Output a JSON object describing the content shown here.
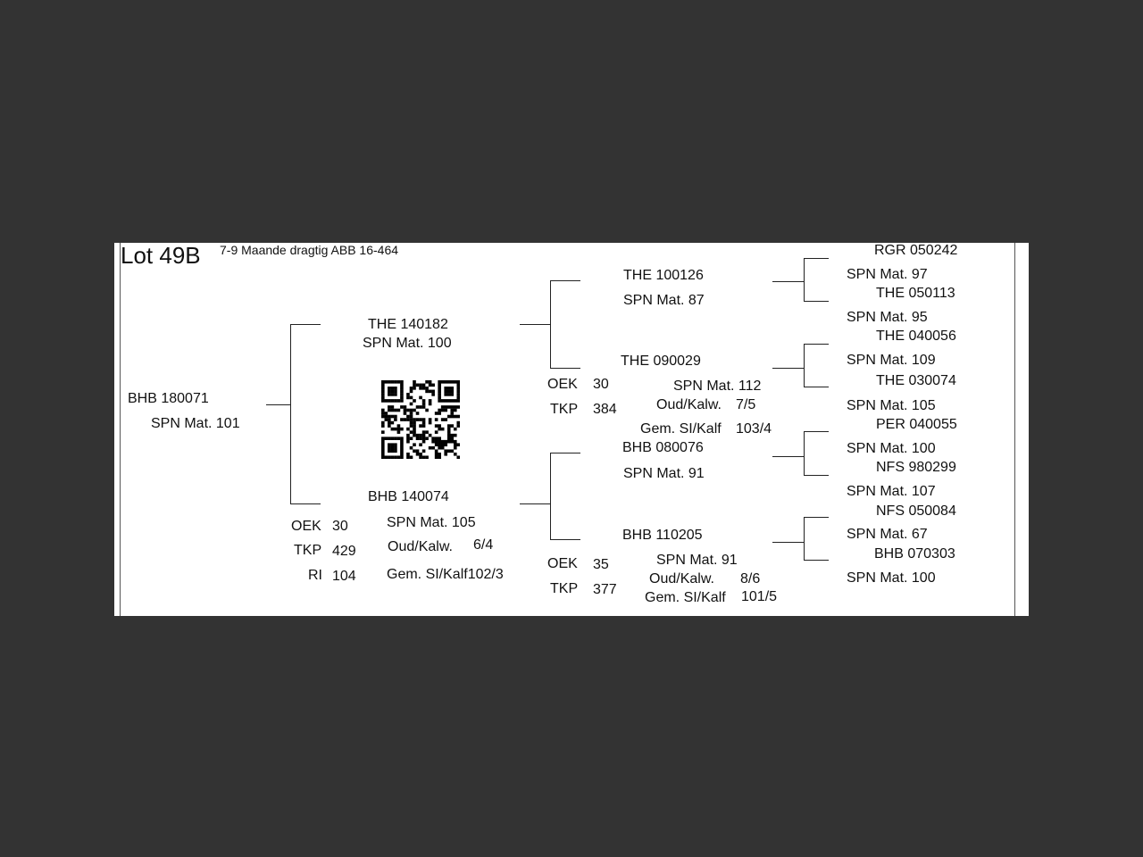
{
  "header": {
    "lot": "Lot 49B",
    "description": "7-9 Maande dragtig ABB 16-464"
  },
  "animal": {
    "id": "BHB 180071",
    "spn": "SPN Mat. 101"
  },
  "sire": {
    "id": "THE 140182",
    "spn": "SPN Mat. 100"
  },
  "dam": {
    "id": "BHB 140074",
    "spn": "SPN Mat. 105",
    "oek_label": "OEK",
    "oek": "30",
    "tkp_label": "TKP",
    "tkp": "429",
    "ri_label": "RI",
    "ri": "104",
    "oud_label": "Oud/Kalw.",
    "oud": "6/4",
    "gem": "Gem. SI/Kalf102/3"
  },
  "sire_sire": {
    "id": "THE 100126",
    "spn": "SPN Mat. 87"
  },
  "sire_dam": {
    "id": "THE 090029",
    "spn": "SPN Mat. 112",
    "oek_label": "OEK",
    "oek": "30",
    "tkp_label": "TKP",
    "tkp": "384",
    "oud_label": "Oud/Kalw.",
    "oud": "7/5",
    "gem_label": "Gem. SI/Kalf",
    "gem": "103/4"
  },
  "dam_sire": {
    "id": "BHB 080076",
    "spn": "SPN Mat. 91"
  },
  "dam_dam": {
    "id": "BHB 110205",
    "spn": "SPN Mat. 91",
    "oek_label": "OEK",
    "oek": "35",
    "tkp_label": "TKP",
    "tkp": "377",
    "oud_label": "Oud/Kalw.",
    "oud": "8/6",
    "gem_label": "Gem. SI/Kalf",
    "gem": "101/5"
  },
  "great_grandparents": [
    {
      "id": "RGR 050242",
      "spn": "SPN Mat. 97"
    },
    {
      "id": "THE 050113",
      "spn": "SPN Mat. 95"
    },
    {
      "id": "THE 040056",
      "spn": "SPN Mat. 109"
    },
    {
      "id": "THE 030074",
      "spn": "SPN Mat. 105"
    },
    {
      "id": "PER 040055",
      "spn": "SPN Mat. 100"
    },
    {
      "id": "NFS 980299",
      "spn": "SPN Mat. 107"
    },
    {
      "id": "NFS 050084",
      "spn": "SPN Mat. 67"
    },
    {
      "id": "BHB 070303",
      "spn": "SPN Mat. 100"
    }
  ],
  "qr_code": {
    "icon": "qr-code-icon"
  }
}
